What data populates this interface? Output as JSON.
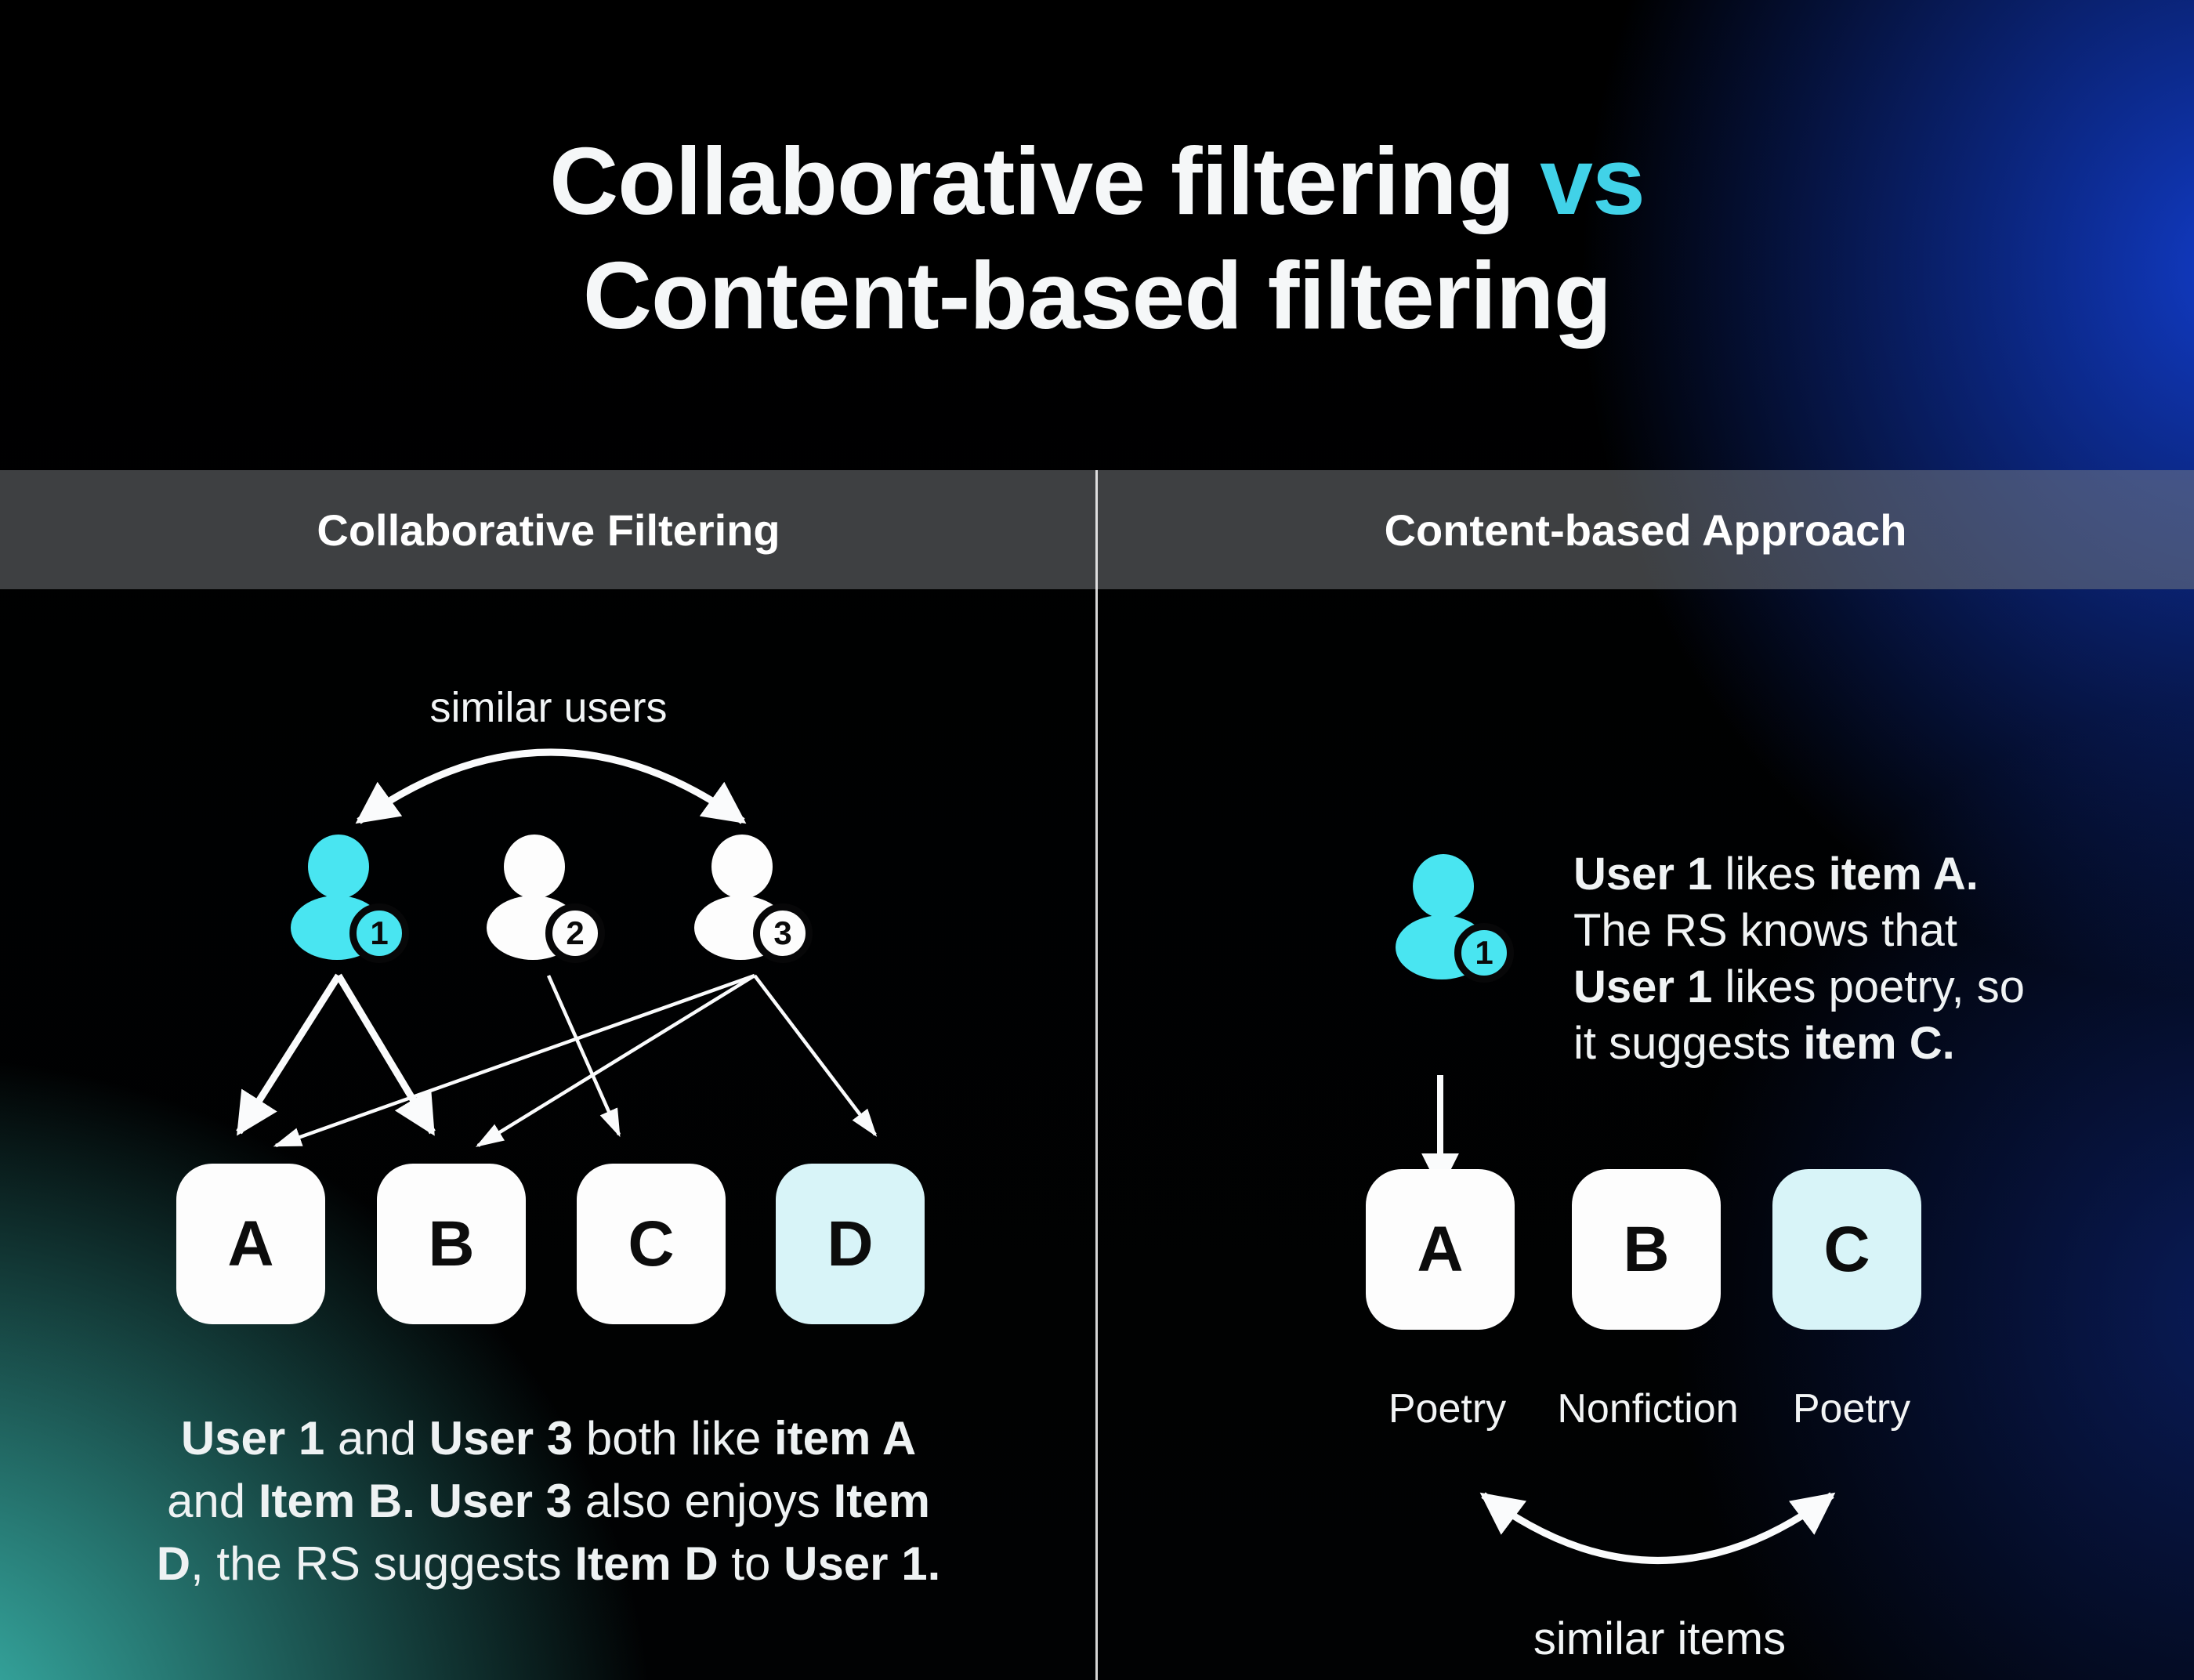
{
  "title": {
    "line1_main": "Collaborative filtering",
    "line1_accent": "vs",
    "line2": "Content-based filtering"
  },
  "columns": {
    "left": {
      "header": "Collaborative Filtering",
      "similar_users_label": "similar users",
      "users": [
        {
          "badge": "1",
          "highlighted": true
        },
        {
          "badge": "2",
          "highlighted": false
        },
        {
          "badge": "3",
          "highlighted": false
        }
      ],
      "items": [
        {
          "letter": "A",
          "highlighted": false
        },
        {
          "letter": "B",
          "highlighted": false
        },
        {
          "letter": "C",
          "highlighted": false
        },
        {
          "letter": "D",
          "highlighted": true
        }
      ],
      "caption": {
        "line1": [
          {
            "t": "User 1",
            "b": true
          },
          {
            "t": " and "
          },
          {
            "t": "User 3",
            "b": true
          },
          {
            "t": " both like "
          },
          {
            "t": "item A",
            "b": true
          }
        ],
        "line2": [
          {
            "t": "and "
          },
          {
            "t": "Item B.",
            "b": true
          },
          {
            "t": " "
          },
          {
            "t": "User 3",
            "b": true
          },
          {
            "t": " also enjoys "
          },
          {
            "t": "Item",
            "b": true
          }
        ],
        "line3": [
          {
            "t": "D",
            "b": true
          },
          {
            "t": ", the RS suggests "
          },
          {
            "t": "Item D",
            "b": true
          },
          {
            "t": " to "
          },
          {
            "t": "User 1.",
            "b": true
          }
        ]
      }
    },
    "right": {
      "header": "Content-based Approach",
      "user": {
        "badge": "1",
        "highlighted": true
      },
      "description": {
        "line1": [
          {
            "t": "User 1",
            "b": true
          },
          {
            "t": " likes "
          },
          {
            "t": "item A.",
            "b": true
          }
        ],
        "line2": [
          {
            "t": "The RS knows that"
          }
        ],
        "line3": [
          {
            "t": "User 1",
            "b": true
          },
          {
            "t": " likes poetry, so"
          }
        ],
        "line4": [
          {
            "t": "it suggests "
          },
          {
            "t": "item C.",
            "b": true
          }
        ]
      },
      "items": [
        {
          "letter": "A",
          "genre": "Poetry",
          "highlighted": false
        },
        {
          "letter": "B",
          "genre": "Nonfiction",
          "highlighted": false
        },
        {
          "letter": "C",
          "genre": "Poetry",
          "highlighted": true
        }
      ],
      "similar_items_label": "similar items"
    }
  },
  "colors": {
    "accent_cyan": "#41d2e8",
    "icon_cyan": "#49e5f1",
    "item_highlight": "#d8f4f8",
    "arrow_white": "#fafbfc",
    "background_teal": "#3ec2b8",
    "background_blue": "#123ed0"
  }
}
